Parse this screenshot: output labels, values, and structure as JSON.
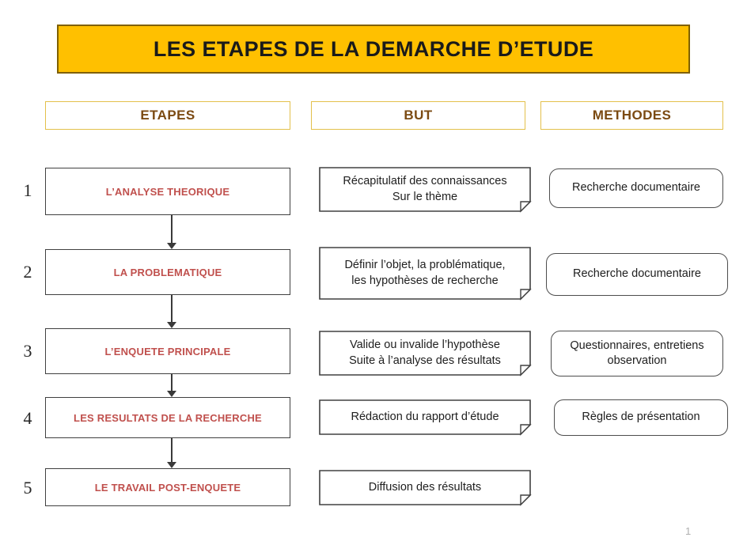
{
  "slide": {
    "title": "LES ETAPES DE LA DEMARCHE D’ETUDE",
    "page_number": "1"
  },
  "colors": {
    "banner_fill": "#FFC000",
    "banner_border": "#7F6000",
    "header_border": "#E3C04B",
    "header_text": "#7B4A12",
    "etape_text": "#C0504D",
    "box_border": "#404040",
    "body_text": "#202020",
    "page_number": "#AFAFAF"
  },
  "headers": [
    {
      "id": "etapes",
      "label": "ETAPES"
    },
    {
      "id": "but",
      "label": "BUT"
    },
    {
      "id": "methodes",
      "label": "METHODES"
    }
  ],
  "rows": [
    {
      "number": "1",
      "etape": "L’ANALYSE THEORIQUE",
      "but": [
        "Récapitulatif des connaissances",
        "Sur le thème"
      ],
      "methode": [
        "Recherche documentaire"
      ]
    },
    {
      "number": "2",
      "etape": "LA PROBLEMATIQUE",
      "but": [
        "Définir l’objet, la problématique,",
        "les hypothèses de recherche"
      ],
      "methode": [
        "Recherche documentaire"
      ]
    },
    {
      "number": "3",
      "etape": "L’ENQUETE PRINCIPALE",
      "but": [
        "Valide ou invalide l’hypothèse",
        "Suite à l’analyse des résultats"
      ],
      "methode": [
        "Questionnaires, entretiens",
        "observation"
      ]
    },
    {
      "number": "4",
      "etape": "LES RESULTATS DE LA RECHERCHE",
      "but": [
        "Rédaction du rapport d’étude"
      ],
      "methode": [
        "Règles de présentation"
      ]
    },
    {
      "number": "5",
      "etape": "LE TRAVAIL POST-ENQUETE",
      "but": [
        "Diffusion des résultats"
      ],
      "methode": []
    }
  ]
}
